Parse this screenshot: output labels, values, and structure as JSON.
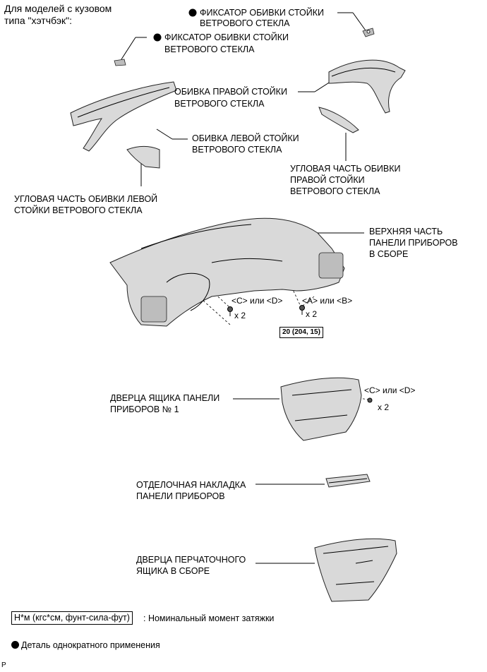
{
  "header_note": {
    "line1": "Для моделей с кузовом",
    "line2": "типа \"хэтчбэк\":"
  },
  "labels": {
    "fixator_right": {
      "line1": "ФИКСАТОР ОБИВКИ СТОЙКИ",
      "line2": "ВЕТРОВОГО СТЕКЛА"
    },
    "fixator_left": {
      "line1": "ФИКСАТОР ОБИВКИ СТОЙКИ",
      "line2": "ВЕТРОВОГО СТЕКЛА"
    },
    "right_pillar": {
      "line1": "ОБИВКА ПРАВОЙ СТОЙКИ",
      "line2": "ВЕТРОВОГО СТЕКЛА"
    },
    "left_pillar": {
      "line1": "ОБИВКА ЛЕВОЙ СТОЙКИ",
      "line2": "ВЕТРОВОГО СТЕКЛА"
    },
    "right_corner": {
      "line1": "УГЛОВАЯ ЧАСТЬ ОБИВКИ",
      "line2": "ПРАВОЙ СТОЙКИ",
      "line3": "ВЕТРОВОГО СТЕКЛА"
    },
    "left_corner": {
      "line1": "УГЛОВАЯ ЧАСТЬ ОБИВКИ ЛЕВОЙ",
      "line2": "СТОЙКИ ВЕТРОВОГО СТЕКЛА"
    },
    "upper_panel": {
      "line1": "ВЕРХНЯЯ ЧАСТЬ",
      "line2": "ПАНЕЛИ ПРИБОРОВ",
      "line3": "В СБОРЕ"
    },
    "screw_cd_1": "<C> или <D>",
    "screw_ab": "<A> или <B>",
    "x2_a": "x 2",
    "x2_b": "x 2",
    "torque_value": "20 (204, 15)",
    "box_door": {
      "line1": "ДВЕРЦА ЯЩИКА ПАНЕЛИ",
      "line2": "ПРИБОРОВ № 1"
    },
    "screw_cd_2": "<C> или <D>",
    "x2_c": "x 2",
    "trim_plate": {
      "line1": "ОТДЕЛОЧНАЯ НАКЛАДКА",
      "line2": "ПАНЕЛИ ПРИБОРОВ"
    },
    "glovebox": {
      "line1": "ДВЕРЦА ПЕРЧАТОЧНОГО",
      "line2": "ЯЩИКА В СБОРЕ"
    }
  },
  "legend": {
    "torque_unit": "Н*м (кгс*см, фунт-сила-фут)",
    "torque_desc": ": Номинальный момент затяжки",
    "single_use": "Деталь однократного применения"
  },
  "footer_letter": "P"
}
